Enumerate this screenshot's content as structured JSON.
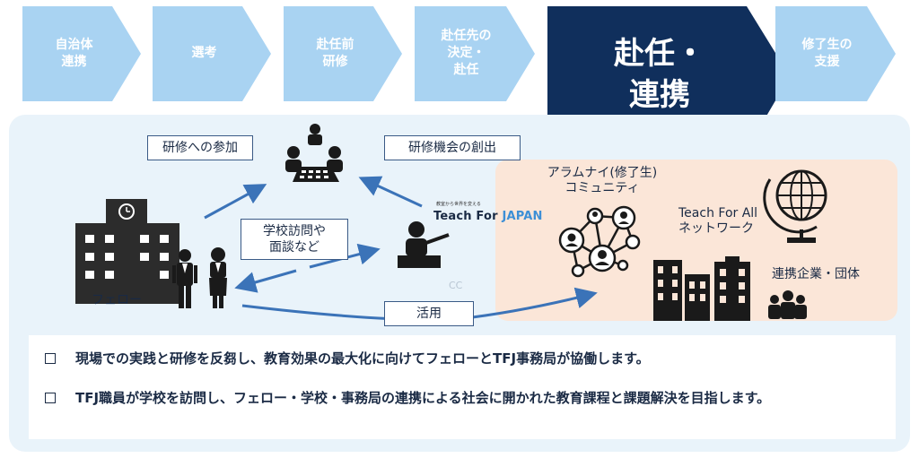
{
  "steps": [
    {
      "label": "自治体\n連携",
      "active": false
    },
    {
      "label": "選考",
      "active": false
    },
    {
      "label": "赴任前\n研修",
      "active": false
    },
    {
      "label": "赴任先の\n決定・\n赴任",
      "active": false
    },
    {
      "label": "赴任・\n連携",
      "active": true
    },
    {
      "label": "修了生の\n支援",
      "active": false
    }
  ],
  "colors": {
    "step": "#a9d3f2",
    "active_step": "#102f5c",
    "panel": "#e9f3fa",
    "network": "#fbe6d8",
    "arrow": "#3b73b8",
    "icon": "#1a1a1a"
  },
  "diagram": {
    "callout_training": "研修への参加",
    "callout_opportunity": "研修機会の創出",
    "callout_visit": "学校訪問や\n面談など",
    "callout_use": "活用",
    "fellow_label": "フェロー",
    "logo_small": "教室から世界を変える",
    "logo_teach": "Teach For ",
    "logo_japan": "JAPAN",
    "alumni_label": "アラムナイ(修了生)\nコミュニティ",
    "tfa_label": "Teach For All\nネットワーク",
    "partners_label": "連携企業・団体"
  },
  "icons": [
    "school-building-icon",
    "fellows-icon",
    "meeting-table-icon",
    "teacher-presentation-icon",
    "network-nodes-icon",
    "globe-icon",
    "office-buildings-icon",
    "group-people-icon"
  ],
  "bullets": [
    "現場での実践と研修を反芻し、教育効果の最大化に向けてフェローとTFJ事務局が協働します。",
    "TFJ職員が学校を訪問し、フェロー・学校・事務局の連携による社会に開かれた教育課程と課題解決を目指します。"
  ]
}
